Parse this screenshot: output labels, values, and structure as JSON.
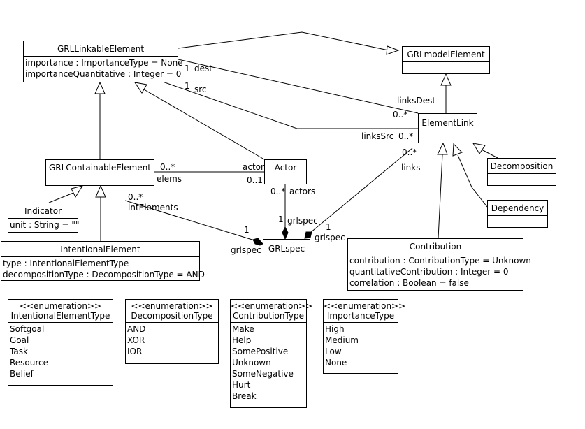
{
  "classes": {
    "grl_linkable_element": {
      "name": "GRLLinkableElement",
      "attributes": [
        "importance : ImportanceType = None",
        "importanceQuantitative : Integer = 0"
      ]
    },
    "grl_model_element": {
      "name": "GRLmodelElement"
    },
    "element_link": {
      "name": "ElementLink"
    },
    "grl_containable_element": {
      "name": "GRLContainableElement"
    },
    "actor": {
      "name": "Actor"
    },
    "decomposition": {
      "name": "Decomposition"
    },
    "dependency": {
      "name": "Dependency"
    },
    "indicator": {
      "name": "Indicator",
      "attributes": [
        "unit : String = \"\""
      ]
    },
    "intentional_element": {
      "name": "IntentionalElement",
      "attributes": [
        "type : IntentionalElementType",
        "decompositionType : DecompositionType = AND"
      ]
    },
    "grl_spec": {
      "name": "GRLspec"
    },
    "contribution": {
      "name": "Contribution",
      "attributes": [
        "contribution : ContributionType = Unknown",
        "quantitativeContribution : Integer = 0",
        "correlation : Boolean = false"
      ]
    }
  },
  "enumerations": {
    "intentional_element_type": {
      "stereotype": "<<enumeration>>",
      "name": "IntentionalElementType",
      "literals": [
        "Softgoal",
        "Goal",
        "Task",
        "Resource",
        "Belief"
      ]
    },
    "decomposition_type": {
      "stereotype": "<<enumeration>>",
      "name": "DecompositionType",
      "literals": [
        "AND",
        "XOR",
        "IOR"
      ]
    },
    "contribution_type": {
      "stereotype": "<<enumeration>>",
      "name": "ContributionType",
      "literals": [
        "Make",
        "Help",
        "SomePositive",
        "Unknown",
        "SomeNegative",
        "Hurt",
        "Break"
      ]
    },
    "importance_type": {
      "stereotype": "<<enumeration>>",
      "name": "ImportanceType",
      "literals": [
        "High",
        "Medium",
        "Low",
        "None"
      ]
    }
  },
  "labels": {
    "dest_mult": "1",
    "dest_role": "dest",
    "src_mult": "1",
    "src_role": "src",
    "links_dest": "linksDest",
    "links_dest_mult": "0..*",
    "links_src": "linksSrc",
    "links_src_mult": "0..*",
    "links_mult": "0..*",
    "links_role": "links",
    "elems_mult": "0..*",
    "elems_role": "elems",
    "actor_role": "actor",
    "actor_mult": "0..1",
    "int_elements_mult": "0..*",
    "int_elements_role": "intElements",
    "actors_mult": "0..*",
    "actors_role": "actors",
    "grlspec_mult_actor": "1",
    "grlspec_role_actor": "grlspec",
    "grlspec_mult_int": "1",
    "grlspec_role_int": "grlspec",
    "grlspec_mult_links": "1",
    "grlspec_role_links": "grlspec"
  }
}
